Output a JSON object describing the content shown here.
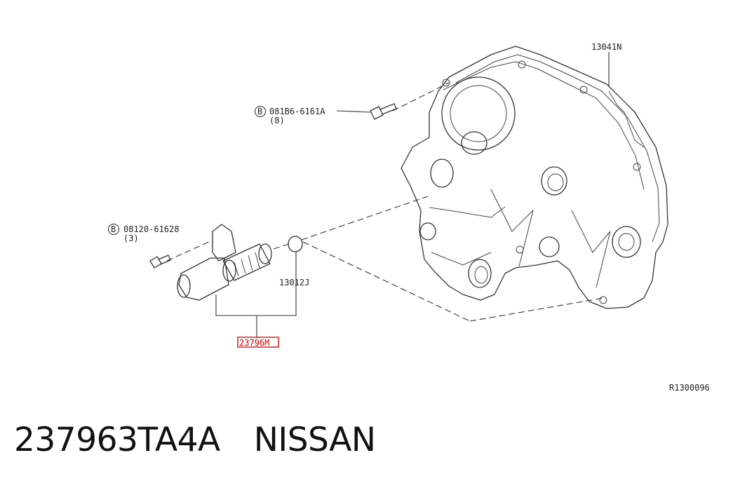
{
  "diagram": {
    "callouts": {
      "cover_part": "13041N",
      "bolt_upper": {
        "marker": "B",
        "code": "081B6-6161A",
        "qty": "(8)"
      },
      "bolt_lower": {
        "marker": "B",
        "code": "08120-61628",
        "qty": "(3)"
      },
      "oring_part": "13012J",
      "valve_part": "23796M"
    },
    "reference": "R1300096",
    "highlight_color": "#d10000"
  },
  "caption": {
    "part_number": "237963TA4A",
    "brand": "NISSAN"
  }
}
